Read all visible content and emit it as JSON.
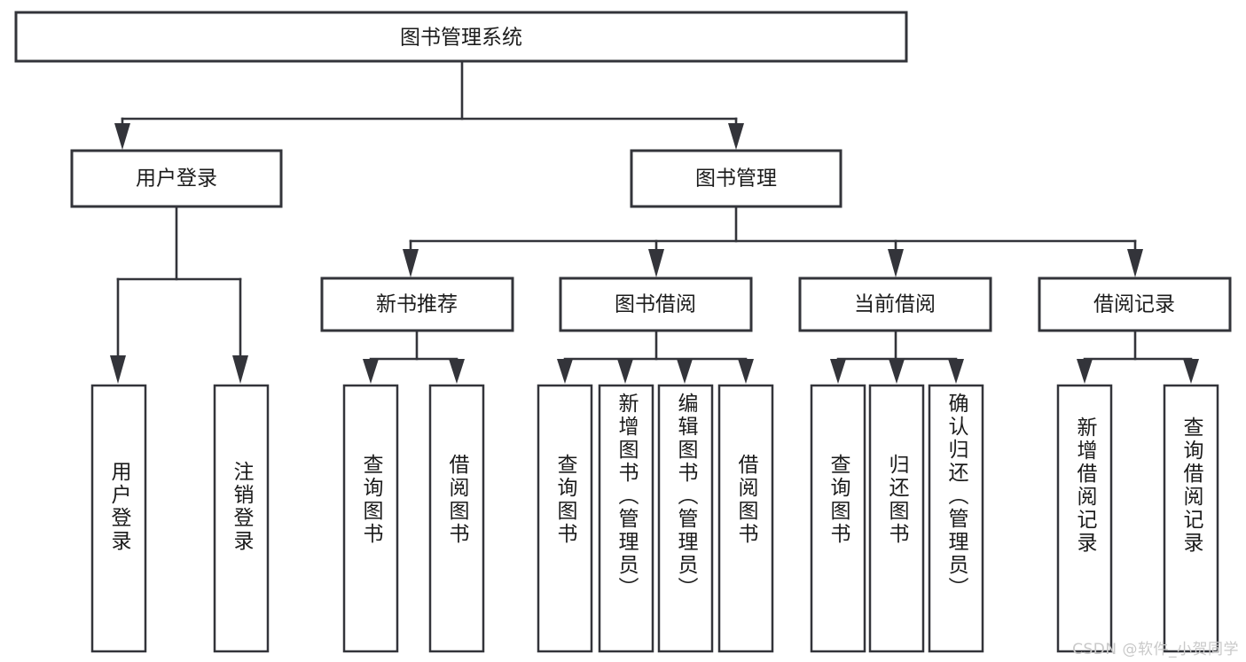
{
  "diagram": {
    "type": "tree",
    "title": "图书管理系统",
    "orientation": "top-down",
    "colors": {
      "box_border": "#33343a",
      "box_fill": "#ffffff",
      "connector": "#33343a",
      "text": "#1b1b1b",
      "watermark": "#c9c9c9",
      "background": "#ffffff"
    },
    "root": {
      "label": "图书管理系统"
    },
    "level2": [
      {
        "id": "user-login",
        "label": "用户登录"
      },
      {
        "id": "book-manage",
        "label": "图书管理"
      }
    ],
    "level3": [
      {
        "id": "new-book-recommend",
        "label": "新书推荐",
        "parent": "book-manage"
      },
      {
        "id": "book-borrow",
        "label": "图书借阅",
        "parent": "book-manage"
      },
      {
        "id": "current-borrow",
        "label": "当前借阅",
        "parent": "book-manage"
      },
      {
        "id": "borrow-record",
        "label": "借阅记录",
        "parent": "book-manage"
      }
    ],
    "leaves": [
      {
        "id": "leaf-user-login",
        "label": "用户登录",
        "parent": "user-login"
      },
      {
        "id": "leaf-logout",
        "label": "注销登录",
        "parent": "user-login"
      },
      {
        "id": "leaf-query-book-1",
        "label": "查询图书",
        "parent": "new-book-recommend"
      },
      {
        "id": "leaf-borrow-book-1",
        "label": "借阅图书",
        "parent": "new-book-recommend"
      },
      {
        "id": "leaf-query-book-2",
        "label": "查询图书",
        "parent": "book-borrow"
      },
      {
        "id": "leaf-add-book",
        "label": "新增图书（管理员）",
        "parent": "book-borrow"
      },
      {
        "id": "leaf-edit-book",
        "label": "编辑图书（管理员）",
        "parent": "book-borrow"
      },
      {
        "id": "leaf-borrow-book-2",
        "label": "借阅图书",
        "parent": "book-borrow"
      },
      {
        "id": "leaf-query-book-3",
        "label": "查询图书",
        "parent": "current-borrow"
      },
      {
        "id": "leaf-return-book",
        "label": "归还图书",
        "parent": "current-borrow"
      },
      {
        "id": "leaf-confirm-return",
        "label": "确认归还（管理员）",
        "parent": "current-borrow"
      },
      {
        "id": "leaf-add-record",
        "label": "新增借阅记录",
        "parent": "borrow-record"
      },
      {
        "id": "leaf-query-record",
        "label": "查询借阅记录",
        "parent": "borrow-record"
      }
    ]
  },
  "watermark": {
    "text": "CSDN @软件_小贺同学"
  }
}
